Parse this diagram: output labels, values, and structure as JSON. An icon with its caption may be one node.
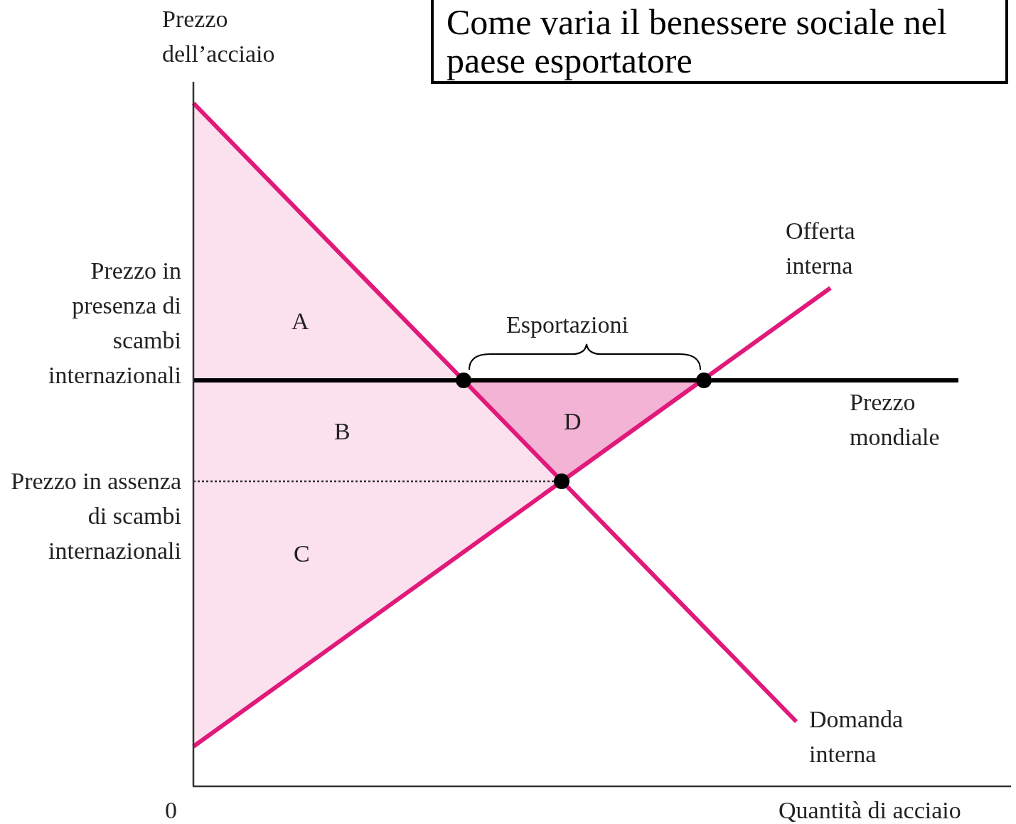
{
  "diagram": {
    "title": "Come varia il benessere sociale nel paese esportatore",
    "labels": [
      "Prezzo dell’acciaio",
      "Offerta interna",
      "Prezzo in presenza di scambi internazionali",
      "A",
      "Esportazioni",
      "Prezzo mondiale",
      "B",
      "D",
      "Prezzo in assenza di scambi internazionali",
      "C",
      "Domanda interna",
      "0",
      "Quantità di acciaio"
    ]
  }
}
